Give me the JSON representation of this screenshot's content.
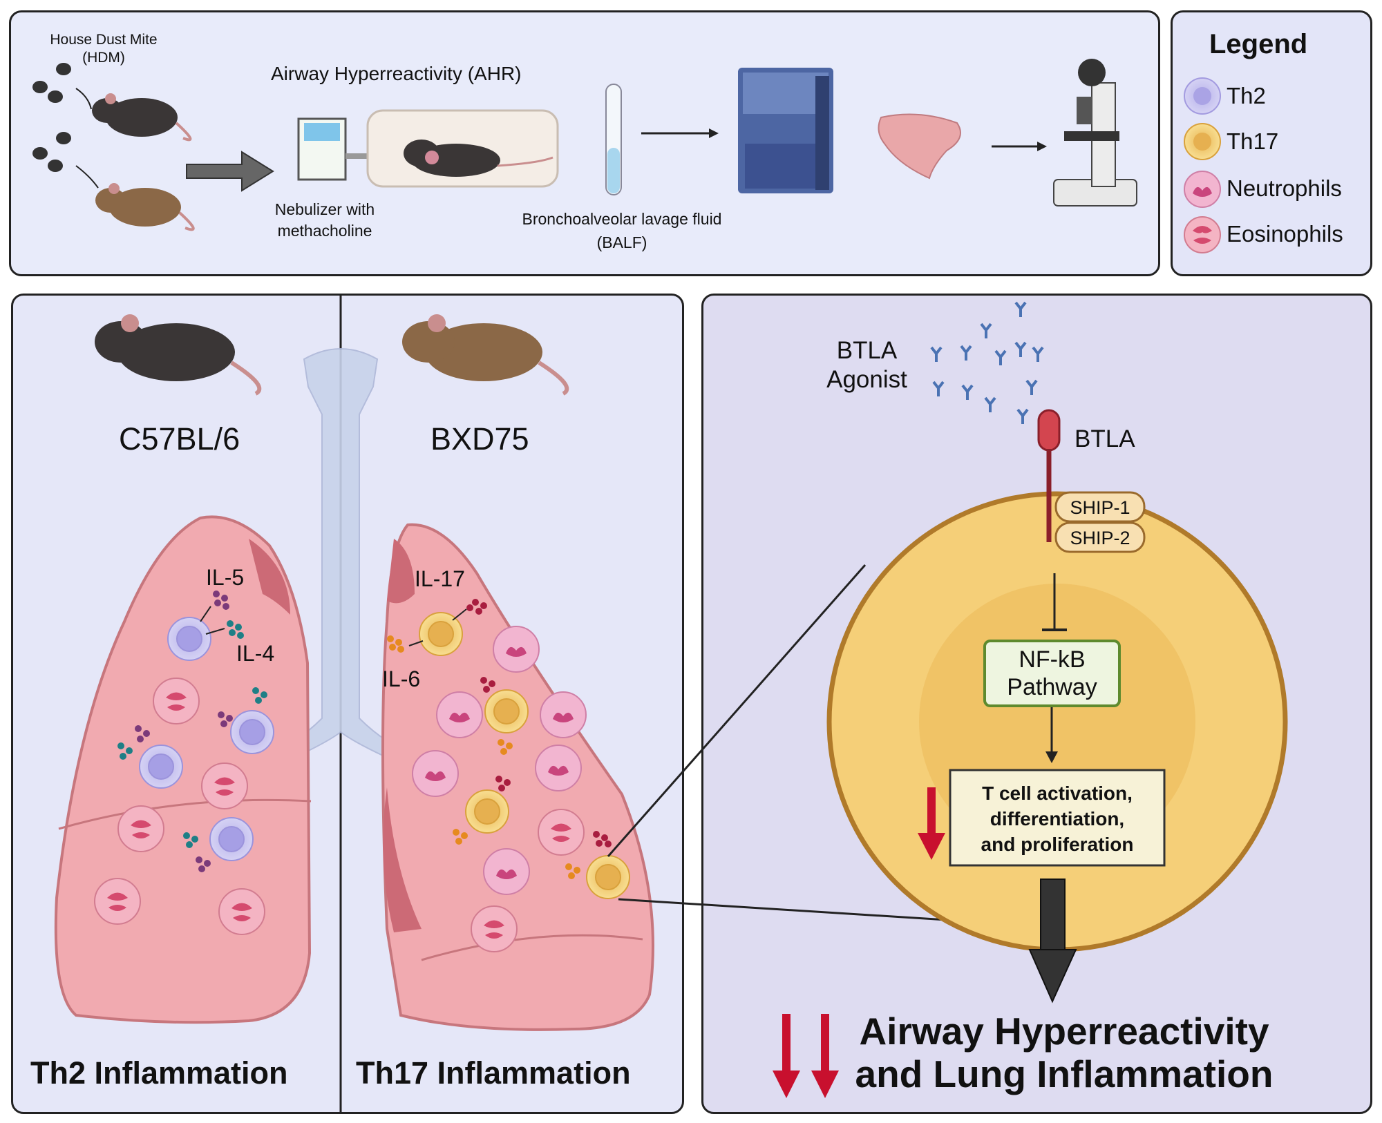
{
  "top": {
    "hdm_line1": "House Dust Mite",
    "hdm_line2": "(HDM)",
    "ahr": "Airway Hyperreactivity (AHR)",
    "nebulizer_line1": "Nebulizer with",
    "nebulizer_line2": "methacholine",
    "balf_line1": "Bronchoalveolar lavage fluid",
    "balf_line2": "(BALF)"
  },
  "legend": {
    "title": "Legend",
    "items": [
      {
        "label": "Th2",
        "color": "#c9c6f0"
      },
      {
        "label": "Th17",
        "color": "#f6d37a"
      },
      {
        "label": "Neutrophils",
        "color": "#efb2cd"
      },
      {
        "label": "Eosinophils",
        "color": "#f2b0c2"
      }
    ]
  },
  "left": {
    "strain_left": "C57BL/6",
    "strain_right": "BXD75",
    "il5": "IL-5",
    "il4": "IL-4",
    "il17": "IL-17",
    "il6": "IL-6",
    "caption_left": "Th2 Inflammation",
    "caption_right": "Th17 Inflammation"
  },
  "right": {
    "agonist_line1": "BTLA",
    "agonist_line2": "Agonist",
    "btla": "BTLA",
    "ship1": "SHIP-1",
    "ship2": "SHIP-2",
    "nfkb_line1": "NF-kB",
    "nfkb_line2": "Pathway",
    "tcell_line1": "T cell activation,",
    "tcell_line2": "differentiation,",
    "tcell_line3": "and proliferation",
    "outcome_line1": "Airway Hyperreactivity",
    "outcome_line2": "and Lung Inflammation"
  },
  "colors": {
    "panel_bg": "#e5e7f8",
    "right_bg": "#dcdaf0",
    "cell_outer": "#f5cf78",
    "cell_border": "#b07a2a",
    "down_arrow": "#c8102e",
    "lung": "#f1aab0"
  }
}
